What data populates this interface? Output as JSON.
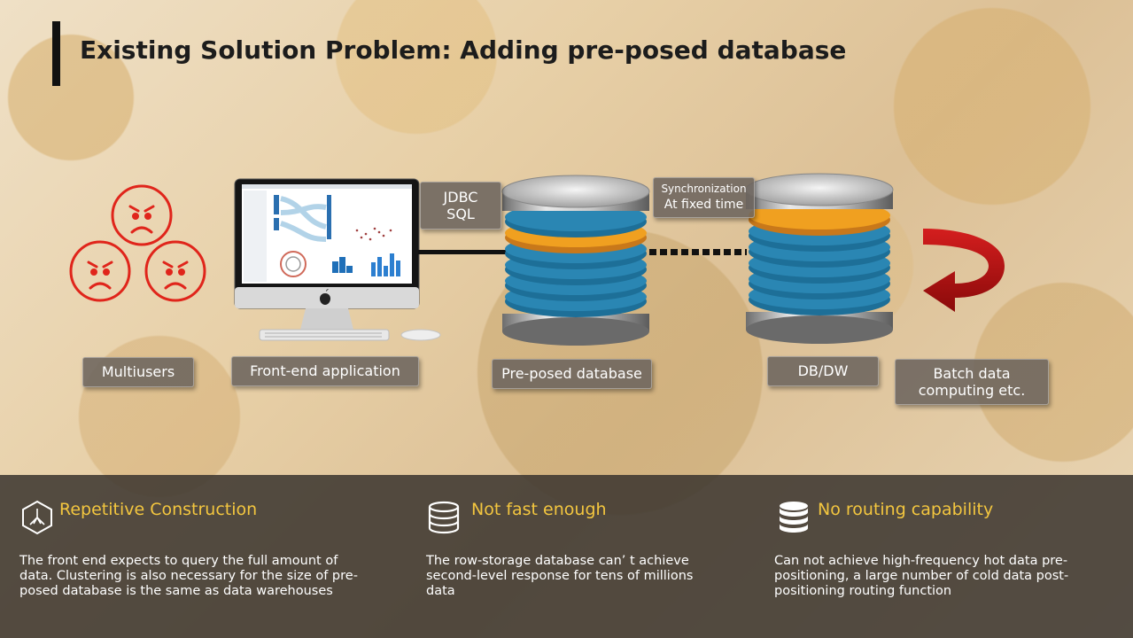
{
  "title": "Existing Solution Problem: Adding pre-posed database",
  "diagram": {
    "labels": {
      "multiusers": "Multiusers",
      "frontend": "Front-end application",
      "preposed": "Pre-posed database",
      "dbdw": "DB/DW",
      "batch_line1": "Batch data",
      "batch_line2": "computing etc."
    },
    "connectors": {
      "jdbc_line1": "JDBC",
      "jdbc_line2": "SQL",
      "sync_line1": "Synchronization",
      "sync_line2": "At fixed time"
    }
  },
  "features": [
    {
      "icon": "hexagon-network-icon",
      "title": "Repetitive Construction",
      "description": "The front end expects to query the full amount of data. Clustering is also necessary for the size of pre-posed database is the same as data warehouses"
    },
    {
      "icon": "database-icon",
      "title": "Not fast enough",
      "description": "The row-storage database can’  t achieve second-level response for tens of millions data"
    },
    {
      "icon": "database-stack-icon",
      "title": "No routing capability",
      "description": "Can not achieve high-frequency hot data pre-positioning, a large number of cold data post-positioning routing function"
    }
  ],
  "colors": {
    "angry_face": "#e0251b",
    "accent_title": "#f3c63f",
    "db_blue": "#2a86b3",
    "db_orange": "#f0a020",
    "arrow_red": "#b00f10"
  }
}
